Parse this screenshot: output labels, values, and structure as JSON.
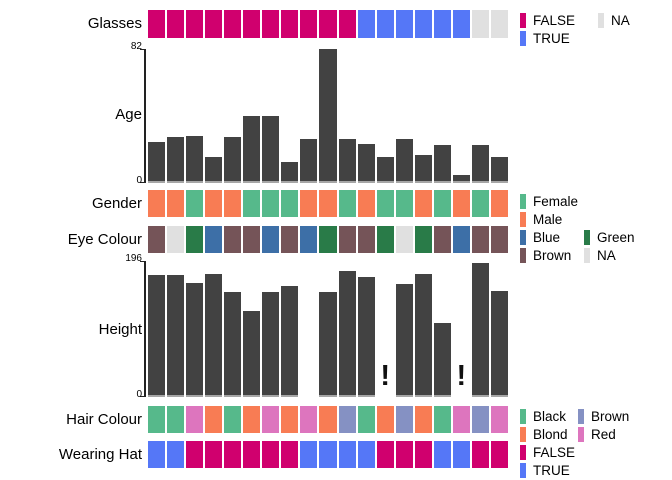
{
  "colors": {
    "false_magenta": "#D0006E",
    "true_blue": "#5577F7",
    "na_gray": "#E0E0E0",
    "female_green": "#56B98B",
    "male_orange": "#F87C54",
    "eye_blue": "#3D6FA7",
    "eye_green": "#297B48",
    "eye_brown": "#755458",
    "hair_black_green": "#56B98B",
    "hair_blond_orange": "#F87C54",
    "hair_brown_slate": "#8591C3",
    "hair_red_pink": "#DD75BE",
    "bar_dark": "#424242"
  },
  "chart_data": [
    {
      "type": "heatmap",
      "row": "Glasses",
      "values": [
        "FALSE",
        "FALSE",
        "FALSE",
        "FALSE",
        "FALSE",
        "FALSE",
        "FALSE",
        "FALSE",
        "FALSE",
        "FALSE",
        "FALSE",
        "TRUE",
        "TRUE",
        "TRUE",
        "TRUE",
        "TRUE",
        "TRUE",
        "NA",
        "NA"
      ],
      "palette": {
        "FALSE": "#D0006E",
        "TRUE": "#5577F7",
        "NA": "#E0E0E0"
      }
    },
    {
      "type": "bar",
      "row": "Age",
      "values": [
        25,
        28,
        29,
        16,
        28,
        41,
        41,
        13,
        27,
        82,
        27,
        24,
        16,
        27,
        17,
        23,
        5,
        23,
        16
      ],
      "ylim": [
        0,
        82
      ],
      "bar_color": "#424242"
    },
    {
      "type": "heatmap",
      "row": "Gender",
      "values": [
        "Male",
        "Male",
        "Female",
        "Male",
        "Male",
        "Female",
        "Female",
        "Female",
        "Male",
        "Male",
        "Female",
        "Male",
        "Female",
        "Female",
        "Male",
        "Female",
        "Male",
        "Female",
        "Male"
      ],
      "palette": {
        "Female": "#56B98B",
        "Male": "#F87C54"
      }
    },
    {
      "type": "heatmap",
      "row": "Eye Colour",
      "values": [
        "Brown",
        "NA",
        "Green",
        "Blue",
        "Brown",
        "Brown",
        "Blue",
        "Brown",
        "Blue",
        "Green",
        "Brown",
        "Brown",
        "Green",
        "NA",
        "Green",
        "Brown",
        "Blue",
        "Brown",
        "Brown"
      ],
      "palette": {
        "Blue": "#3D6FA7",
        "Green": "#297B48",
        "Brown": "#755458",
        "NA": "#E0E0E0"
      }
    },
    {
      "type": "bar",
      "row": "Height",
      "values": [
        176,
        176,
        165,
        177,
        152,
        124,
        152,
        160,
        null,
        152,
        181,
        173,
        null,
        163,
        177,
        107,
        null,
        193,
        153
      ],
      "missing_marks": [
        13,
        17
      ],
      "missing_symbol": "!",
      "ylim": [
        0,
        196
      ],
      "bar_color": "#424242"
    },
    {
      "type": "heatmap",
      "row": "Hair Colour",
      "values": [
        "Black",
        "Black",
        "Red",
        "Blond",
        "Black",
        "Blond",
        "Red",
        "Blond",
        "Red",
        "Blond",
        "Brown",
        "Black",
        "Blond",
        "Brown",
        "Blond",
        "Black",
        "Red",
        "Brown",
        "Red"
      ],
      "palette": {
        "Black": "#56B98B",
        "Blond": "#F87C54",
        "Brown": "#8591C3",
        "Red": "#DD75BE"
      }
    },
    {
      "type": "heatmap",
      "row": "Wearing Hat",
      "values": [
        "TRUE",
        "TRUE",
        "FALSE",
        "FALSE",
        "FALSE",
        "FALSE",
        "FALSE",
        "FALSE",
        "TRUE",
        "TRUE",
        "TRUE",
        "TRUE",
        "FALSE",
        "FALSE",
        "FALSE",
        "TRUE",
        "TRUE",
        "FALSE",
        "FALSE"
      ],
      "palette": {
        "FALSE": "#D0006E",
        "TRUE": "#5577F7"
      }
    }
  ],
  "legends": [
    {
      "id": "glasses",
      "rows": [
        [
          {
            "label": "FALSE",
            "color": "#D0006E"
          },
          {
            "label": "NA",
            "color": "#E0E0E0"
          }
        ],
        [
          {
            "label": "TRUE",
            "color": "#5577F7"
          }
        ]
      ]
    },
    {
      "id": "gender",
      "rows": [
        [
          {
            "label": "Female",
            "color": "#56B98B"
          }
        ],
        [
          {
            "label": "Male",
            "color": "#F87C54"
          }
        ]
      ]
    },
    {
      "id": "eye",
      "rows": [
        [
          {
            "label": "Blue",
            "color": "#3D6FA7"
          },
          {
            "label": "Green",
            "color": "#297B48"
          }
        ],
        [
          {
            "label": "Brown",
            "color": "#755458"
          },
          {
            "label": "NA",
            "color": "#E0E0E0"
          }
        ]
      ]
    },
    {
      "id": "hair",
      "rows": [
        [
          {
            "label": "Black",
            "color": "#56B98B"
          },
          {
            "label": "Brown",
            "color": "#8591C3"
          }
        ],
        [
          {
            "label": "Blond",
            "color": "#F87C54"
          },
          {
            "label": "Red",
            "color": "#DD75BE"
          }
        ]
      ]
    },
    {
      "id": "hat",
      "rows": [
        [
          {
            "label": "FALSE",
            "color": "#D0006E"
          }
        ],
        [
          {
            "label": "TRUE",
            "color": "#5577F7"
          }
        ]
      ]
    }
  ]
}
